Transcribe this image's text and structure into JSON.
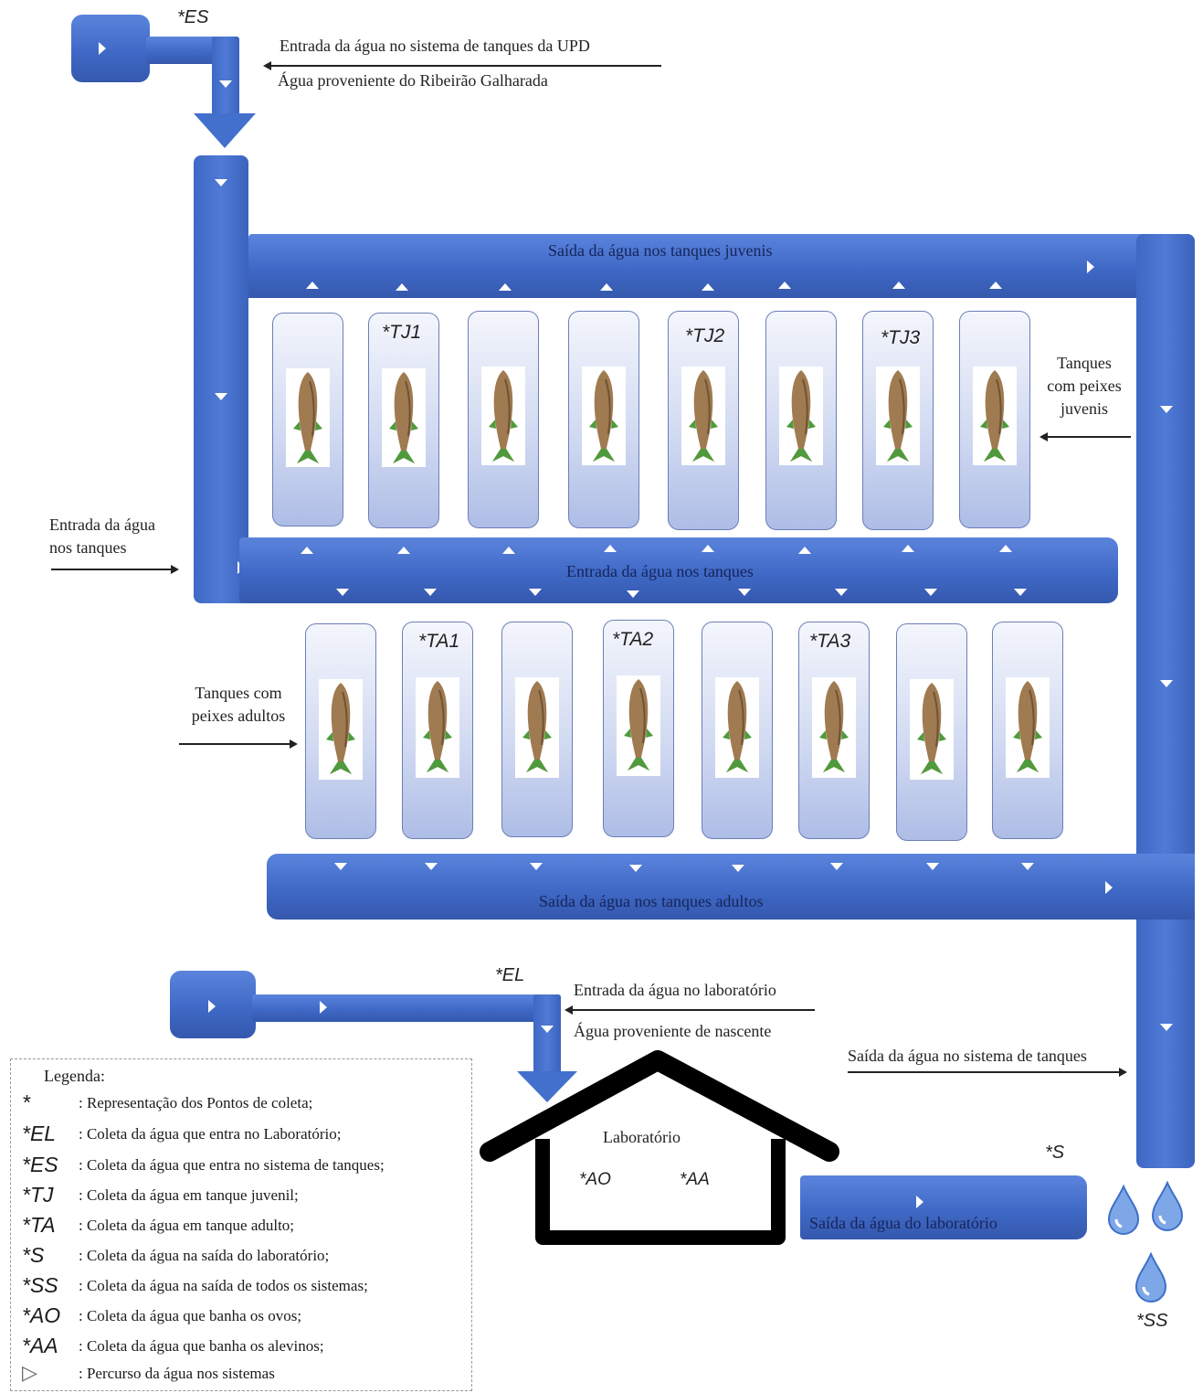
{
  "colors": {
    "pipe": "#4370cc",
    "tank_border": "#6c7fb8",
    "house": "#000000",
    "drop": "#7ea7e8"
  },
  "labels": {
    "system_inlet_1": "Entrada da água no sistema de tanques da UPD",
    "system_inlet_2": "Água proveniente  do Ribeirão Galharada",
    "juvenile_outlet_pipe": "Saída da água nos tanques juvenis",
    "tank_inlet_pipe": "Entrada da água nos tanques",
    "adult_outlet_pipe": "Saída da água nos tanques adultos",
    "tank_inlet_left": "Entrada da água\nnos tanques",
    "juvenile_tanks": "Tanques\ncom peixes\njuvenis",
    "adult_tanks": "Tanques com\npeixes adultos",
    "lab_inlet_1": "Entrada da água no laboratório",
    "lab_inlet_2": "Água proveniente  de nascente",
    "system_outlet": "Saída da água no sistema de tanques",
    "laboratory": "Laboratório",
    "lab_outlet_pipe": "Saída da água do laboratório"
  },
  "points": {
    "es": "*ES",
    "el": "*EL",
    "s": "*S",
    "ss": "*SS",
    "ao": "*AO",
    "aa": "*AA",
    "tj1": "*TJ1",
    "tj2": "*TJ2",
    "tj3": "*TJ3",
    "ta1": "*TA1",
    "ta2": "*TA2",
    "ta3": "*TA3"
  },
  "legend": {
    "title": "Legenda:",
    "items": [
      {
        "symbol": "*",
        "text": ": Representação dos Pontos de coleta;"
      },
      {
        "symbol": "*EL",
        "text": ": Coleta da água que entra no Laboratório;"
      },
      {
        "symbol": "*ES",
        "text": ": Coleta da água que entra no sistema de tanques;"
      },
      {
        "symbol": "*TJ",
        "text": ": Coleta da água em tanque juvenil;"
      },
      {
        "symbol": "*TA",
        "text": ": Coleta da água em tanque adulto;"
      },
      {
        "symbol": "*S",
        "text": ": Coleta da água na saída do laboratório;"
      },
      {
        "symbol": "*SS",
        "text": ": Coleta da água na saída de todos os sistemas;"
      },
      {
        "symbol": "*AO",
        "text": ": Coleta da água que banha os ovos;"
      },
      {
        "symbol": "*AA",
        "text": ": Coleta da água que banha os alevinos;"
      },
      {
        "symbol": "▷",
        "text": ": Percurso da água nos sistemas"
      }
    ]
  }
}
